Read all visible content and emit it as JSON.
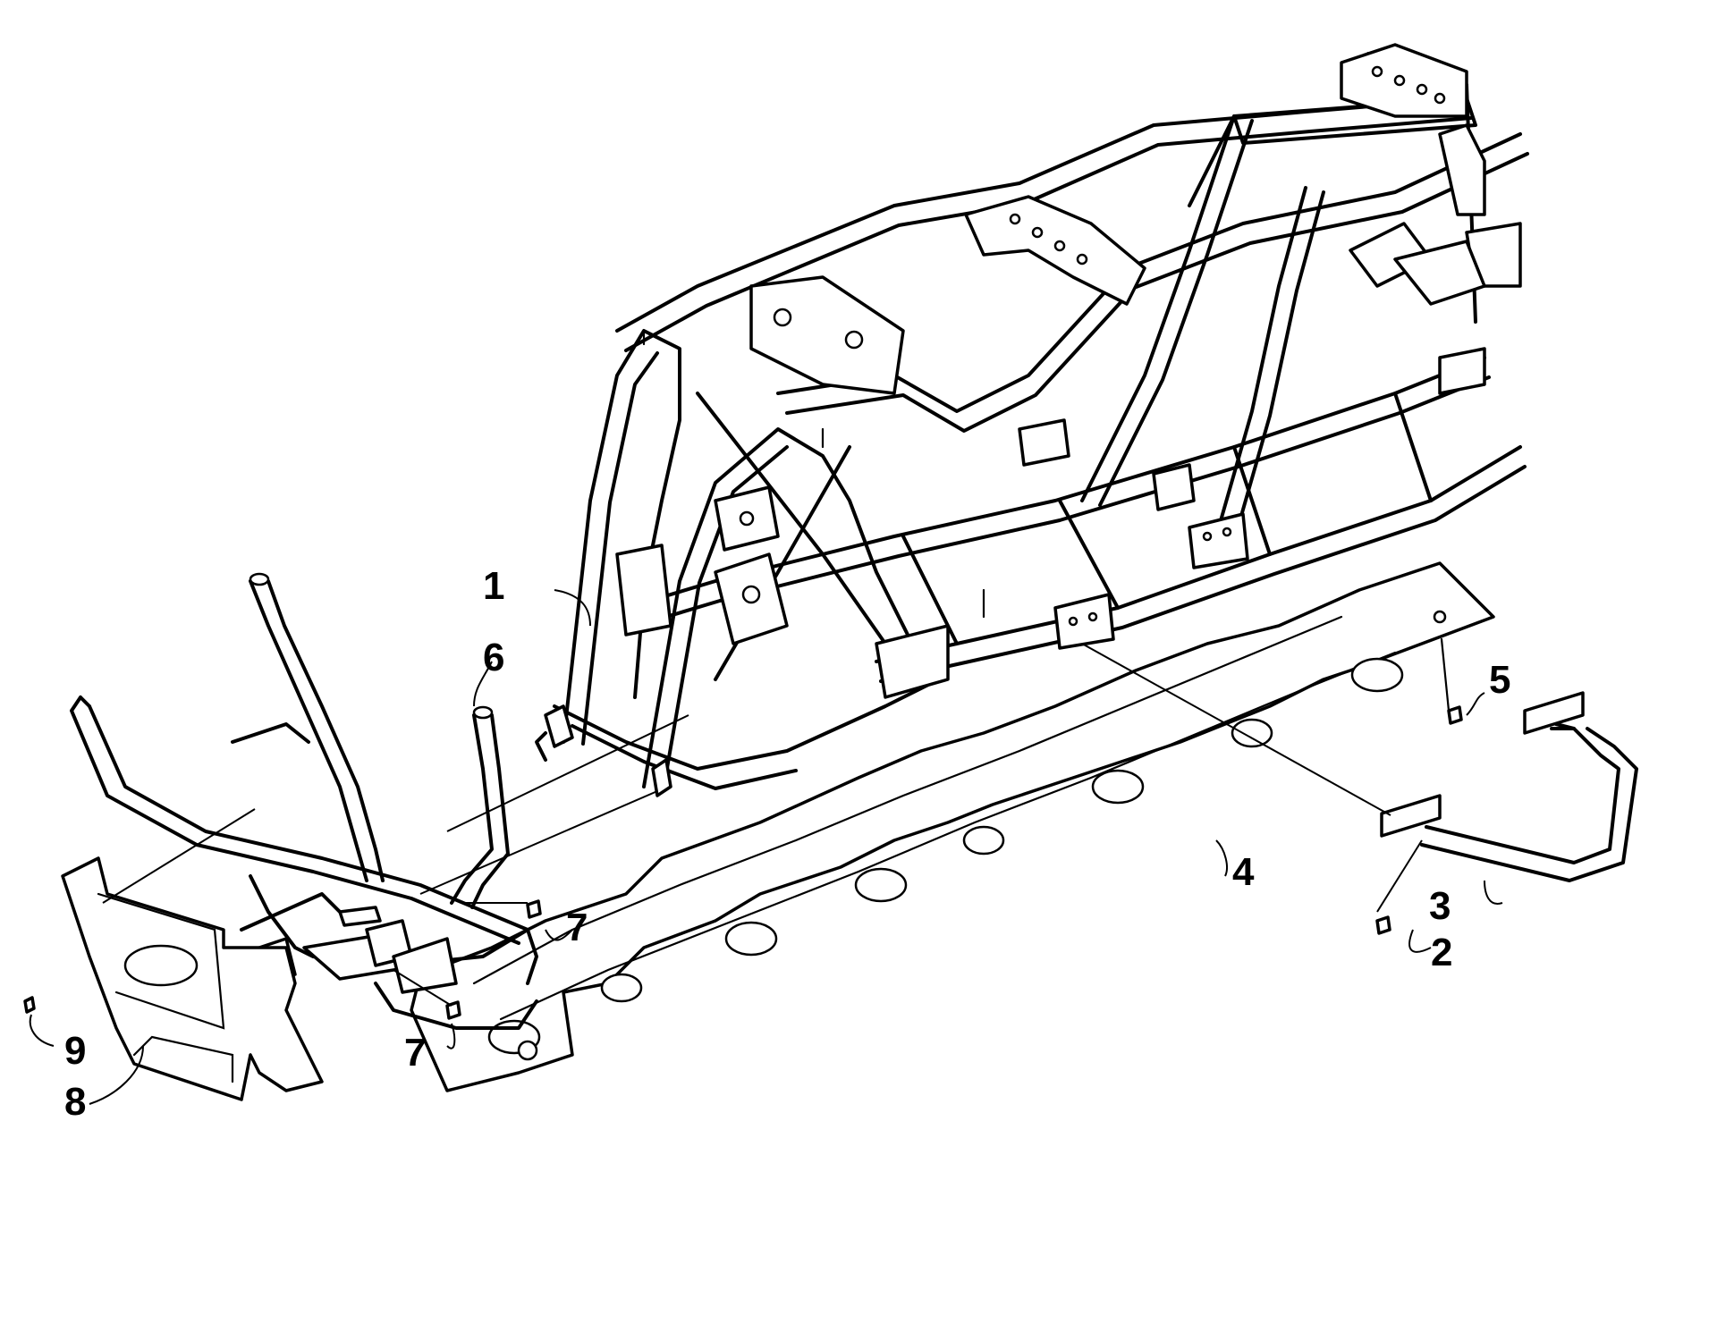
{
  "figure": {
    "background": "#ffffff",
    "line_color": "#000000"
  },
  "callouts": [
    {
      "id": "1",
      "label": "1",
      "part": "main-frame"
    },
    {
      "id": "2",
      "label": "2",
      "part": "footrest-bolt"
    },
    {
      "id": "3",
      "label": "3",
      "part": "footrest-bar"
    },
    {
      "id": "4",
      "label": "4",
      "part": "skid-plate"
    },
    {
      "id": "5",
      "label": "5",
      "part": "skid-plate-bolt"
    },
    {
      "id": "6",
      "label": "6",
      "part": "bumper-brace"
    },
    {
      "id": "7a",
      "label": "7",
      "part": "brace-bolt"
    },
    {
      "id": "7b",
      "label": "7",
      "part": "bumper-bolt"
    },
    {
      "id": "8",
      "label": "8",
      "part": "front-bumper-guard"
    },
    {
      "id": "9",
      "label": "9",
      "part": "guard-screw"
    }
  ]
}
